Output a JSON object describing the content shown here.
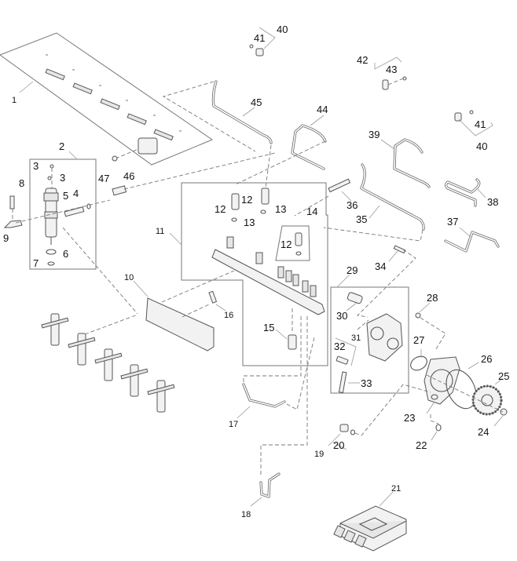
{
  "diagram": {
    "title": "Fuel injection system exploded parts diagram",
    "callouts": {
      "c1": "1",
      "c2": "2",
      "c3a": "3",
      "c3b": "3",
      "c4": "4",
      "c5": "5",
      "c6": "6",
      "c7": "7",
      "c8": "8",
      "c9": "9",
      "c10": "10",
      "c11": "11",
      "c12a": "12",
      "c12b": "12",
      "c12c": "12",
      "c13a": "13",
      "c13b": "13",
      "c14": "14",
      "c15": "15",
      "c16": "16",
      "c17": "17",
      "c18": "18",
      "c19": "19",
      "c20": "20",
      "c21": "21",
      "c22": "22",
      "c23": "23",
      "c24": "24",
      "c25": "25",
      "c26": "26",
      "c27": "27",
      "c28": "28",
      "c29": "29",
      "c30": "30",
      "c31": "31",
      "c32": "32",
      "c33": "33",
      "c34": "34",
      "c35": "35",
      "c36": "36",
      "c37": "37",
      "c38": "38",
      "c39": "39",
      "c40a": "40",
      "c40b": "40",
      "c41a": "41",
      "c41b": "41",
      "c42": "42",
      "c43": "43",
      "c44": "44",
      "c45": "45",
      "c46": "46",
      "c47": "47"
    }
  }
}
